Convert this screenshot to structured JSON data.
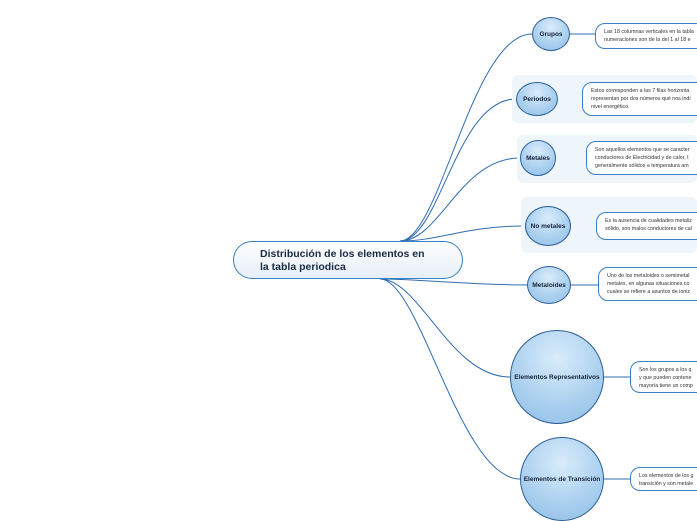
{
  "colors": {
    "connector": "#2f6db0",
    "node_fill": "#a9cfee",
    "panel": "#eef6fc"
  },
  "root": {
    "title_line1": "Distribución de los elementos en",
    "title_line2": "la tabla periodica"
  },
  "branches": [
    {
      "label": "Grupos",
      "lines": [
        "Las 18 columnas verticales en la tabla",
        "numeraciones son de la del 1 al 18 e"
      ]
    },
    {
      "label": "Periodos",
      "lines": [
        "Estos corresponden a las 7 filas horizonta",
        "representan por dos números qué nos indi",
        "nivel energético."
      ]
    },
    {
      "label": "Metales",
      "lines": [
        "Son aquellos elementos que se caracter",
        "conductores de Electricidad y de calor, t",
        "generalmente sólidos a temperatura am"
      ]
    },
    {
      "label": "No metales",
      "lines": [
        "Es la ausencia de cualidades metaliz",
        "sólido, son malos conductores de cal"
      ]
    },
    {
      "label": "Metaloides",
      "lines": [
        "Uno de los metaloides o semimetal",
        "metales, en algunas situaciones co",
        "cuales se refiere a asuntos de ioniz"
      ]
    },
    {
      "label": "Elementos Representativos",
      "lines": [
        "Son los grupos a los q",
        "y que pueden contene",
        "mayoría tiene un comp"
      ]
    },
    {
      "label": "Elementos de Transición",
      "lines": [
        "Los elementos de los g",
        "transición y son metale"
      ]
    }
  ]
}
